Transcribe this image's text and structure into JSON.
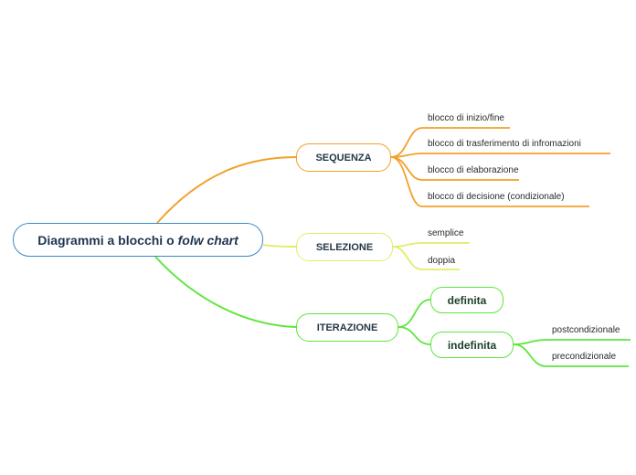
{
  "root": {
    "label": "Diagrammi a blocchi o",
    "label_italic": "folw chart"
  },
  "branches": [
    {
      "label": "SEQUENZA",
      "color": "#f2a02a",
      "children": [
        "blocco di inizio/fine",
        "blocco di trasferimento di infromazioni",
        "blocco di elaborazione",
        "blocco di decisione (condizionale)"
      ]
    },
    {
      "label": "SELEZIONE",
      "color": "#e2ed6a",
      "children": [
        "semplice",
        "doppia"
      ]
    },
    {
      "label": "ITERAZIONE",
      "color": "#5ee63e",
      "children": [
        {
          "label": "definita",
          "children": []
        },
        {
          "label": "indefinita",
          "children": [
            "postcondizionale",
            "precondizionale"
          ]
        }
      ]
    }
  ]
}
